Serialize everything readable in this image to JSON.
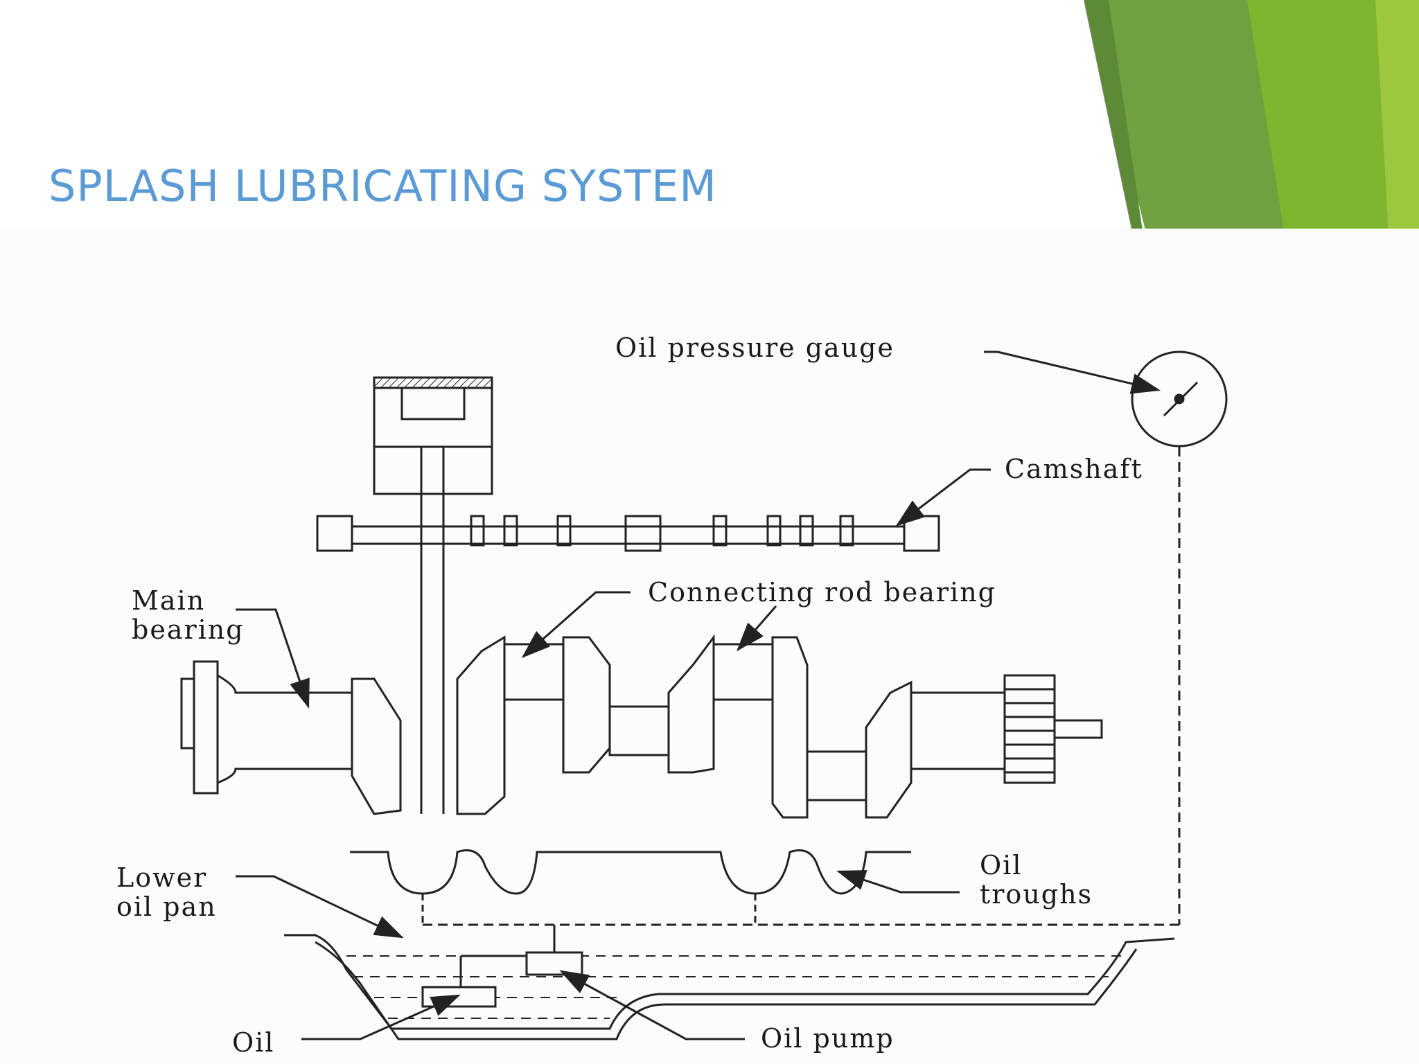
{
  "slide": {
    "title": "SPLASH LUBRICATING SYSTEM",
    "accent_colors": [
      "#70a03f",
      "#7db52c",
      "#9cc83e"
    ],
    "title_color": "#5b9bd5"
  },
  "diagram": {
    "labels": {
      "oil_pressure_gauge": "Oil pressure gauge",
      "camshaft": "Camshaft",
      "main_bearing_line1": "Main",
      "main_bearing_line2": "bearing",
      "connecting_rod_bearing": "Connecting rod bearing",
      "lower_oil_pan_line1": "Lower",
      "lower_oil_pan_line2": "oil pan",
      "oil_troughs_line1": "Oil",
      "oil_troughs_line2": "troughs",
      "oil_pump": "Oil pump",
      "oil_partial": "Oil"
    }
  }
}
